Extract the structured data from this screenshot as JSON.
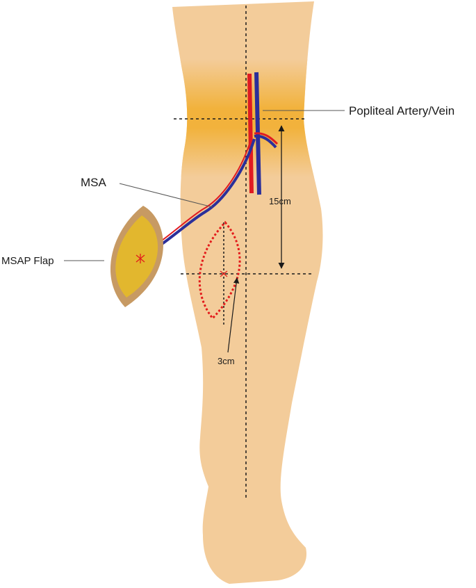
{
  "labels": {
    "popliteal": "Popliteal Artery/Vein",
    "msa": "MSA",
    "flap": "MSAP Flap",
    "dist_15": "15cm",
    "dist_3": "3cm"
  },
  "colors": {
    "skin": "#f3cc9a",
    "popliteal_band": "#f2b23c",
    "artery": "#e01b22",
    "vein": "#2b2f9a",
    "flap_fill": "#e2b72e",
    "flap_rim": "#c79a63",
    "markup": "#e31b1b",
    "guide": "#1a1a1a"
  }
}
